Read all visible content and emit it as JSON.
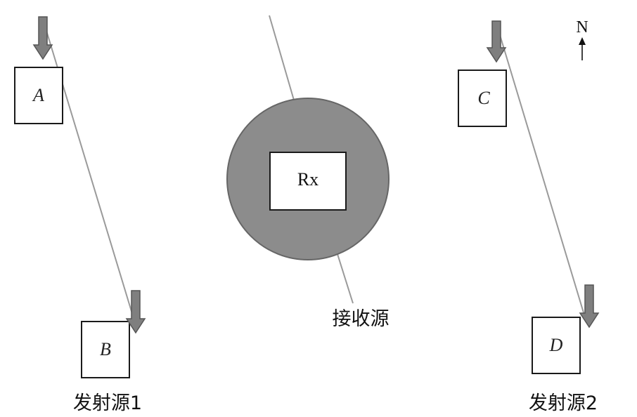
{
  "transmitter_1": {
    "label": "发射源1",
    "box_a": "A",
    "box_b": "B"
  },
  "transmitter_2": {
    "label": "发射源2",
    "box_c": "C",
    "box_d": "D"
  },
  "receiver": {
    "box_label": "Rx",
    "caption": "接收源"
  },
  "compass": {
    "north": "N"
  },
  "colors": {
    "arrow_fill": "#7f7f7f",
    "arrow_stroke": "#555555",
    "circle_fill": "#8c8c8c",
    "circle_stroke": "#666666",
    "line": "#9a9a9a",
    "box_stroke": "#1a1a1a"
  }
}
